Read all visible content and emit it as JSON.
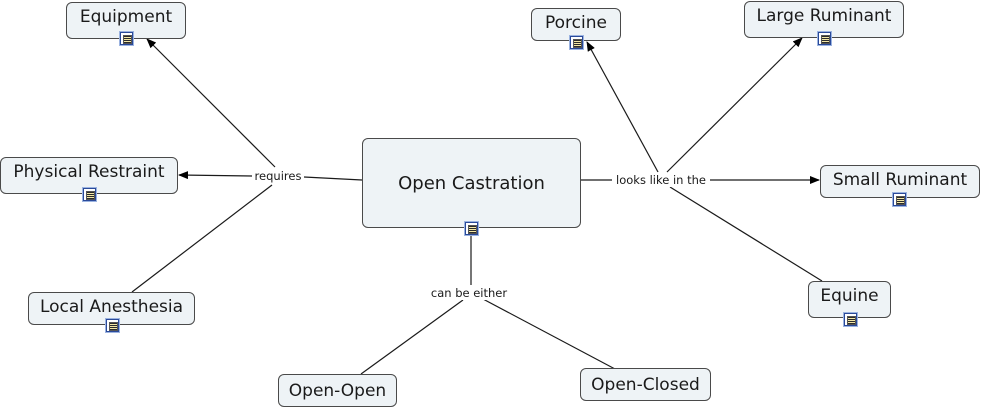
{
  "concept_map": {
    "center": "Open Castration",
    "links": {
      "requires": "requires",
      "looks_like": "looks like in the",
      "can_be": "can be either"
    },
    "nodes": {
      "equipment": "Equipment",
      "physical_restraint": "Physical Restraint",
      "local_anesthesia": "Local Anesthesia",
      "porcine": "Porcine",
      "large_ruminant": "Large Ruminant",
      "small_ruminant": "Small Ruminant",
      "equine": "Equine",
      "open_open": "Open-Open",
      "open_closed": "Open-Closed"
    }
  }
}
